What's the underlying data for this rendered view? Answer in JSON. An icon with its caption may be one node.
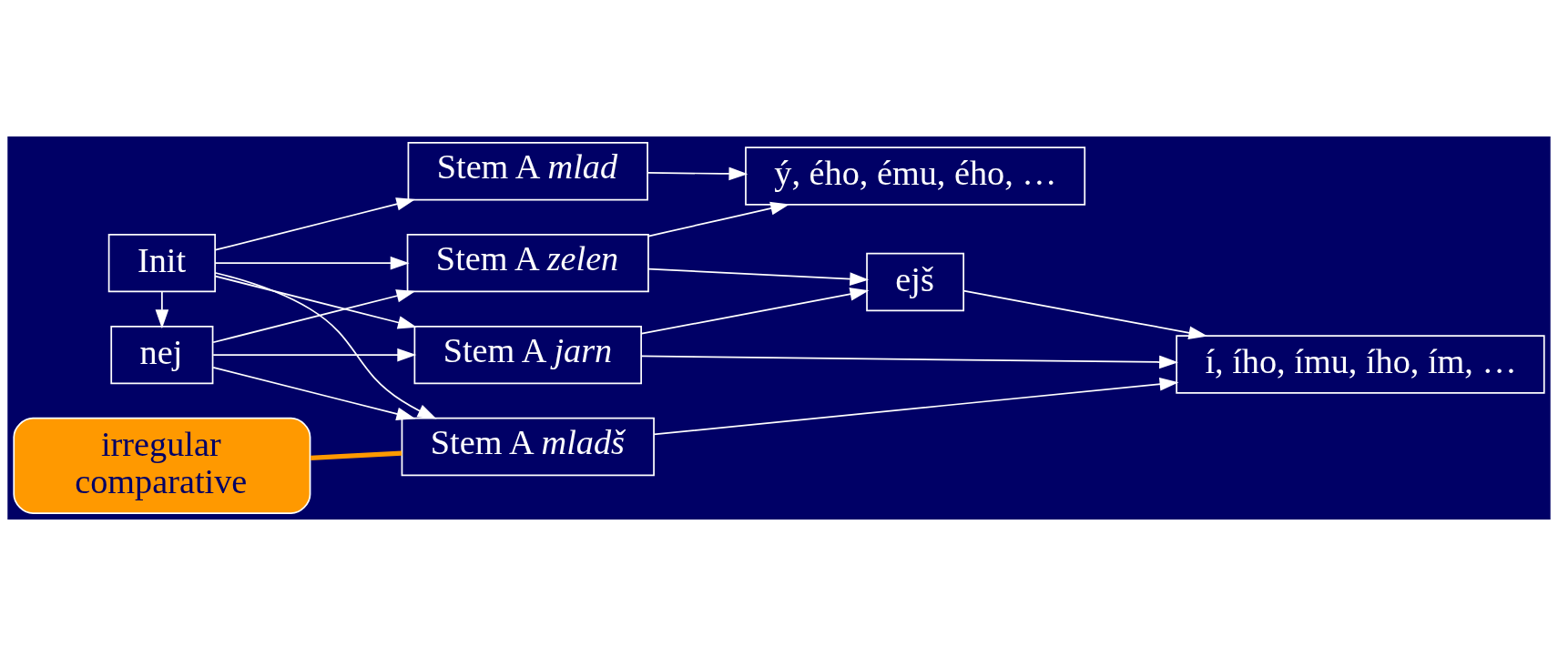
{
  "diagram": {
    "nodes": [
      {
        "text": [
          "Init"
        ]
      },
      {
        "text": [
          "nej"
        ]
      },
      {
        "text": [
          "Stem A *zelen*"
        ]
      },
      {
        "text": [
          "Stem A *jarn*"
        ]
      },
      {
        "text": [
          "Stem A *mlad*"
        ]
      },
      {
        "text": [
          "Stem A *mladš*"
        ]
      },
      {
        "text": [
          "ejš"
        ]
      },
      {
        "text": [
          "ý, ého, ému, ého, …"
        ]
      },
      {
        "text": [
          "í, ího, ímu, ího, ím, …"
        ]
      },
      {
        "text": [
          "irregular comparative"
        ]
      }
    ],
    "edges": [
      {
        "from": 0,
        "to": 1,
        "arrow": "to"
      },
      {
        "from": 0,
        "to": 2,
        "arrow": "to"
      },
      {
        "from": 0,
        "to": 3,
        "arrow": "to"
      },
      {
        "from": 0,
        "to": 4,
        "arrow": "to"
      },
      {
        "from": 0,
        "to": 5,
        "arrow": "to"
      },
      {
        "from": 1,
        "to": 2,
        "arrow": "to"
      },
      {
        "from": 1,
        "to": 3,
        "arrow": "to"
      },
      {
        "from": 1,
        "to": 5,
        "arrow": "to"
      },
      {
        "from": 2,
        "to": 6,
        "arrow": "to"
      },
      {
        "from": 2,
        "to": 7,
        "arrow": "to"
      },
      {
        "from": 3,
        "to": 6,
        "arrow": "to"
      },
      {
        "from": 3,
        "to": 8,
        "arrow": "to"
      },
      {
        "from": 4,
        "to": 7,
        "arrow": "to"
      },
      {
        "from": 5,
        "to": 8,
        "arrow": "to"
      },
      {
        "from": 6,
        "to": 8,
        "arrow": "to"
      },
      {
        "from": 9,
        "to": 5,
        "arrow": "none",
        "style": "thick",
        "color": "#ff9900"
      }
    ]
  }
}
